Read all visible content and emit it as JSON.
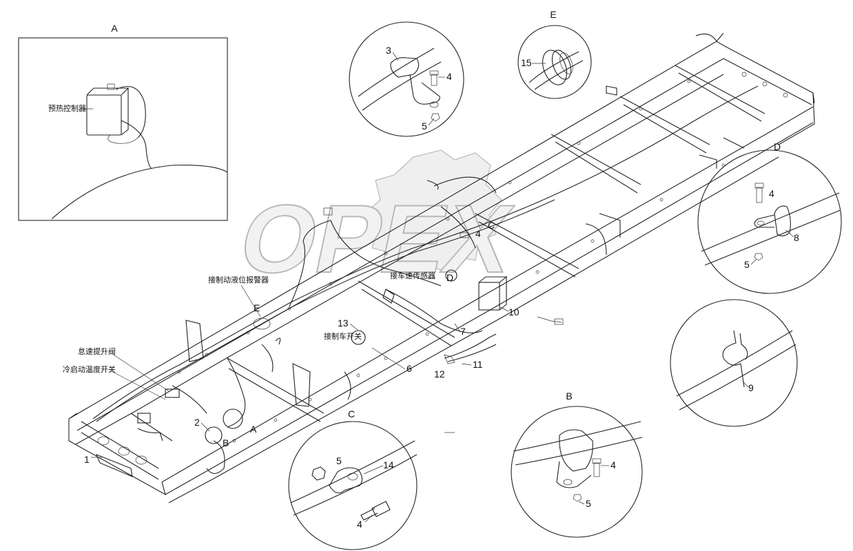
{
  "watermark": "OPEX",
  "detail_views": {
    "A": "A",
    "B": "B",
    "C": "C",
    "D": "D",
    "E": "E"
  },
  "view_markers": {
    "A": "A",
    "B": "B",
    "C": "C",
    "D": "D",
    "E": "E"
  },
  "chinese_labels": {
    "preheat_controller": "预热控制器",
    "brake_fluid_alarm": "接制动液位报警器",
    "speed_sensor": "接车速传感器",
    "brake_switch": "接制车开关",
    "idle_lift": "怠速提升阀",
    "cold_start_temp_switch": "冷启动温度开关"
  },
  "part_numbers": {
    "p1": "1",
    "p2": "2",
    "p3": "3",
    "p4_e1": "4",
    "p5_e1": "5",
    "p15": "15",
    "p4_d": "4",
    "p8": "8",
    "p5_d": "5",
    "p4_c": "4",
    "p10": "10",
    "p13": "13",
    "p7": "7",
    "p11": "11",
    "p12": "12",
    "p6": "6",
    "p9": "9",
    "p5_c": "5",
    "p14": "14",
    "p4_c2": "4",
    "p4_b": "4",
    "p5_b": "5"
  }
}
